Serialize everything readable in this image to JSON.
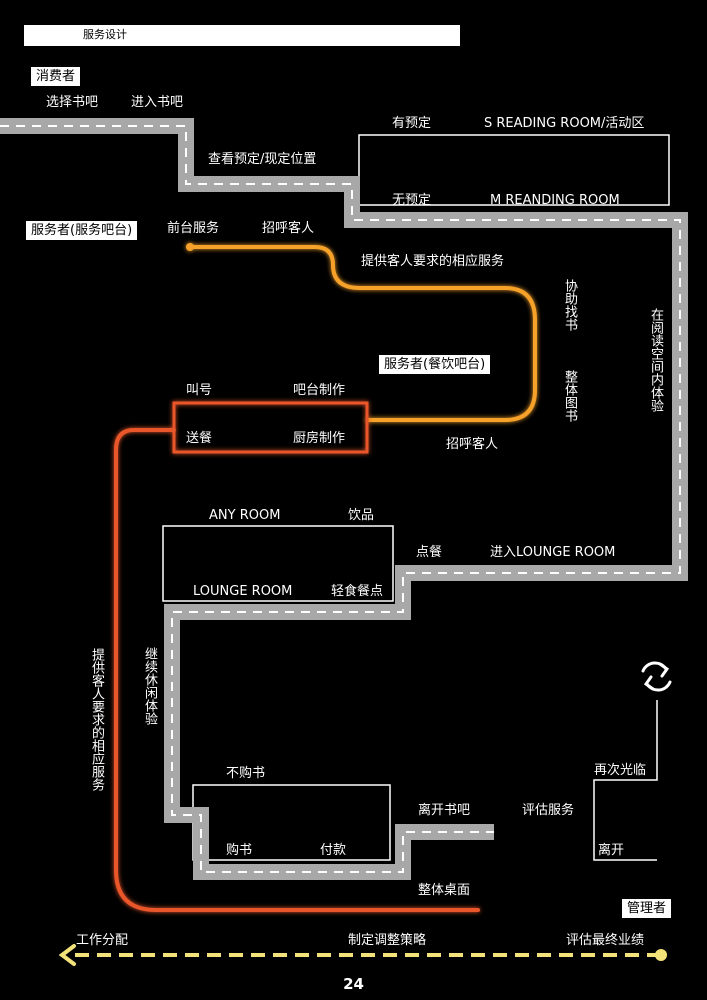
{
  "header": {
    "title": "服务设计"
  },
  "roles": {
    "consumer": "消费者",
    "staff_bar": "服务者(服务吧台)",
    "staff_food": "服务者(餐饮吧台)",
    "manager": "管理者"
  },
  "consumer_path": {
    "choose_bar": "选择书吧",
    "enter_bar": "进入书吧",
    "check_booking": "查看预定/现定位置",
    "booked": "有预定",
    "s_room": "S READING ROOM/活动区",
    "not_booked": "无预定",
    "m_room": "M REANDING ROOM",
    "experience_in_room": "在阅读空间内体验",
    "enter_lounge": "进入LOUNGE ROOM",
    "order": "点餐",
    "any_room": "ANY ROOM",
    "drinks": "饮品",
    "lounge_room": "LOUNGE ROOM",
    "light_meal": "轻食餐点",
    "continue_leisure": "继续休闲体验",
    "no_purchase": "不购书",
    "buy_book": "购书",
    "pay": "付款",
    "leave_bar": "离开书吧"
  },
  "service_bar_path": {
    "front_desk": "前台服务",
    "greet": "招呼客人",
    "provide_service": "提供客人要求的相应服务",
    "help_find_book": "协助找书",
    "organize_books": "整体图书"
  },
  "food_bar_path": {
    "call_number": "叫号",
    "bar_make": "吧台制作",
    "deliver": "送餐",
    "kitchen_make": "厨房制作",
    "greet": "招呼客人",
    "provide_service": "提供客人要求的相应服务",
    "clean_tables": "整体桌面"
  },
  "evaluation": {
    "icon": "refresh-cycle-icon",
    "return_visit": "再次光临",
    "evaluate_service": "评估服务",
    "leave": "离开"
  },
  "manager_path": {
    "assign_work": "工作分配",
    "adjust_strategy": "制定调整策略",
    "evaluate_results": "评估最终业绩"
  },
  "page_number": "24",
  "colors": {
    "road": "#a8a8a8",
    "lane": "#ffffff",
    "orange_path": "#f6a12a",
    "red_path": "#e8562a",
    "manager_line": "#f3e27a"
  }
}
